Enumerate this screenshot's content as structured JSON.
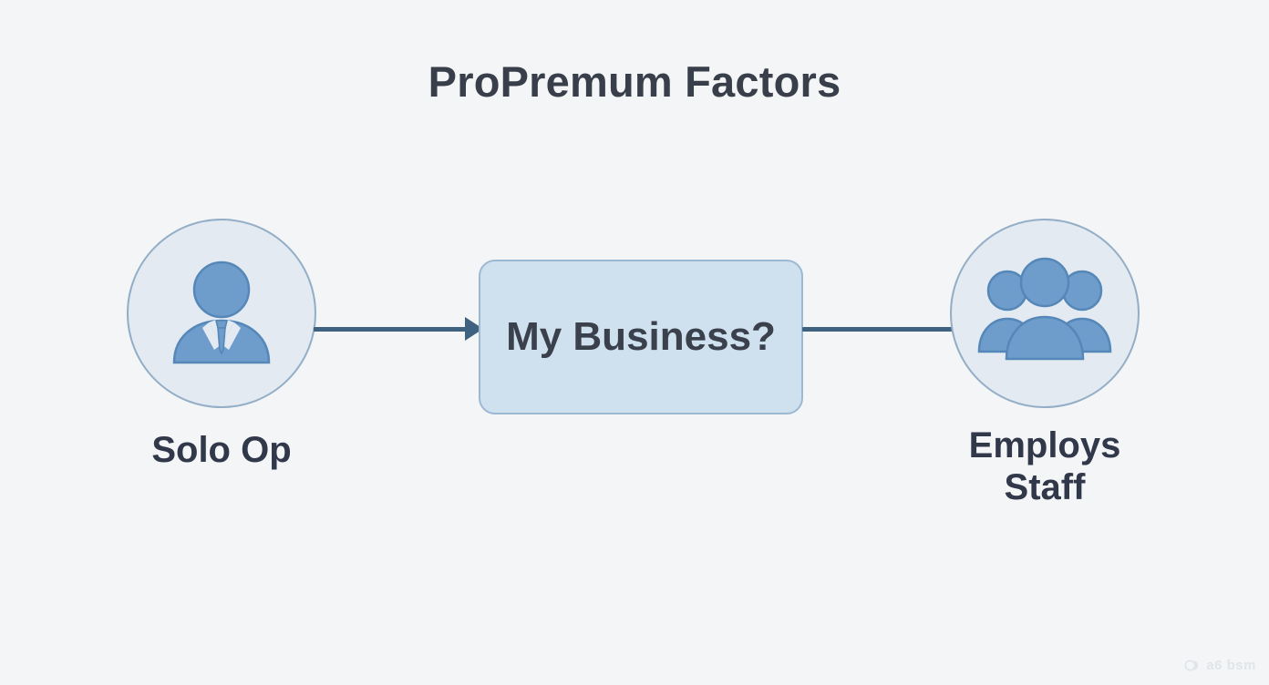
{
  "slide": {
    "title": "ProPremum Factors",
    "background_color": "#f3f5f7",
    "title_color": "#383f4a"
  },
  "theme": {
    "circle_fill": "#e3eaf1",
    "circle_stroke": "#93aec6",
    "box_fill": "#cfe0ef",
    "box_stroke": "#9cb8d3",
    "figure_blue": "#6f9dcb",
    "figure_stroke": "#5587b8",
    "connector_color": "#3f6280",
    "label_color": "#31384a"
  },
  "diagram": {
    "nodes": [
      {
        "id": "solo",
        "icon": "single-person-icon",
        "label": "Solo Op",
        "shape": "circle"
      },
      {
        "id": "business",
        "label": "My Business?",
        "shape": "rounded-rect"
      },
      {
        "id": "staff",
        "icon": "group-people-icon",
        "label": "Employs\nStaff",
        "shape": "circle"
      }
    ],
    "connectors": [
      {
        "id": "left",
        "from": "solo",
        "to": "business",
        "arrow": true
      },
      {
        "id": "right",
        "from": "business",
        "to": "staff",
        "arrow": false
      }
    ]
  },
  "watermark": {
    "text": "a6 bsm"
  }
}
